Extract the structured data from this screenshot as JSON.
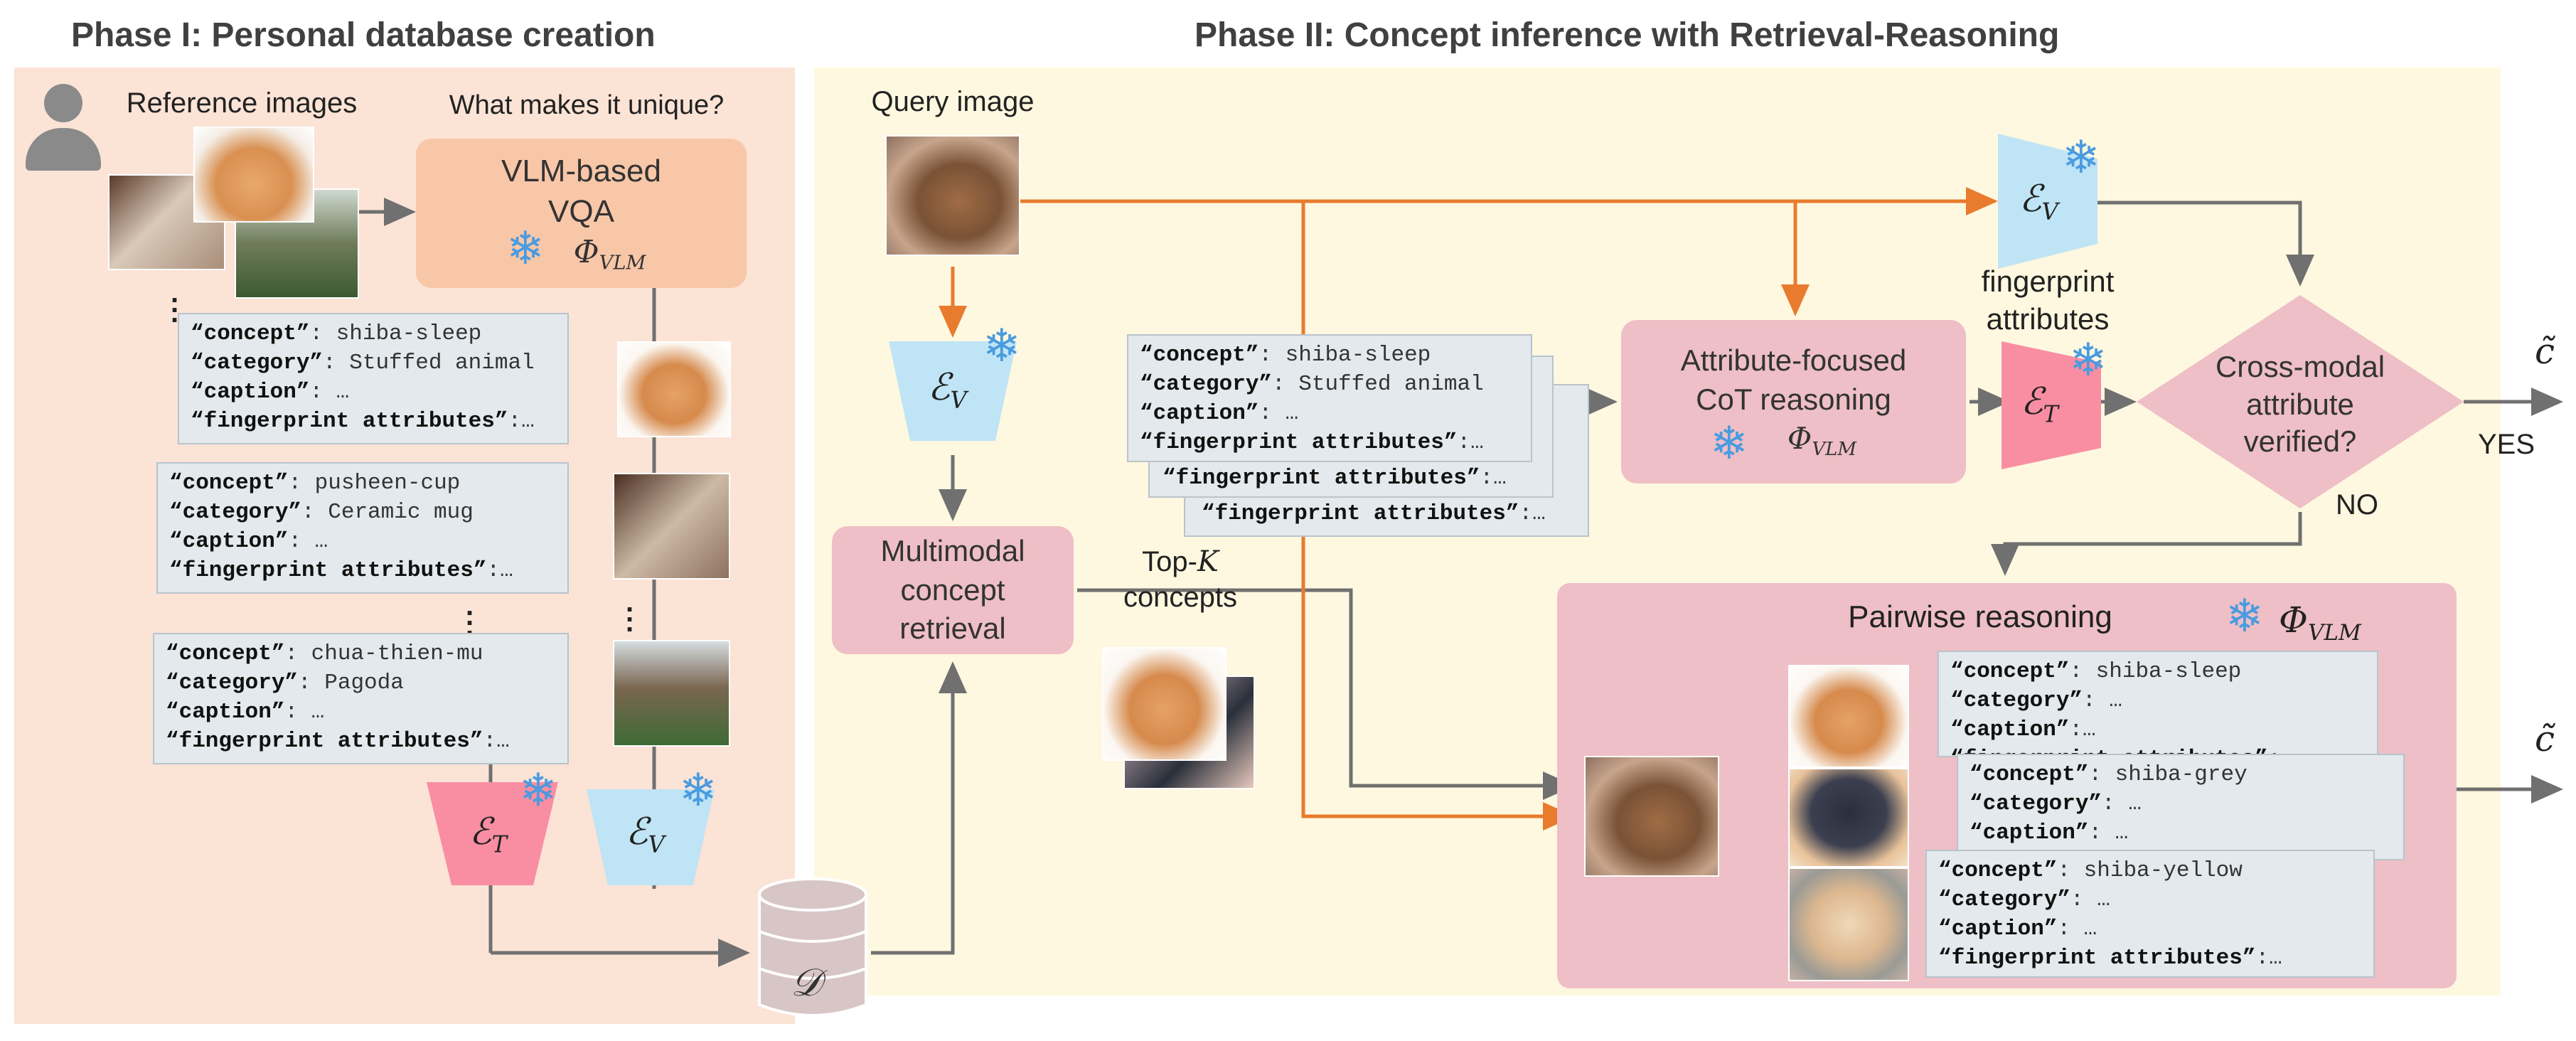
{
  "phase1": {
    "title": "Phase I: Personal database creation",
    "reference_images_label": "Reference images",
    "question_label": "What makes it unique?",
    "vqa_box": {
      "line1": "VLM-based",
      "line2": "VQA",
      "symbol": "Φ",
      "subscript": "VLM"
    },
    "cards": [
      {
        "concept_key": "“concept”",
        "concept": ": shiba-sleep",
        "category_key": "“category”",
        "category": ": Stuffed animal",
        "caption_key": "“caption”",
        "caption": ": …",
        "fp_key": "“fingerprint attributes”",
        "fp": ":…"
      },
      {
        "concept_key": "“concept”",
        "concept": ": pusheen-cup",
        "category_key": "“category”",
        "category": ": Ceramic mug",
        "caption_key": "“caption”",
        "caption": ": …",
        "fp_key": "“fingerprint attributes”",
        "fp": ":…"
      },
      {
        "concept_key": "“concept”",
        "concept": ": chua-thien-mu",
        "category_key": "“category”",
        "category": ": Pagoda",
        "caption_key": "“caption”",
        "caption": ": …",
        "fp_key": "“fingerprint attributes”",
        "fp": ":…"
      }
    ],
    "text_encoder": {
      "symbol": "ℰ",
      "subscript": "T"
    },
    "vision_encoder": {
      "symbol": "ℰ",
      "subscript": "V"
    },
    "database": "𝒟"
  },
  "phase2": {
    "title": "Phase II: Concept inference with Retrieval-Reasoning",
    "query_label": "Query image",
    "query_encoder": {
      "symbol": "ℰ",
      "subscript": "V"
    },
    "retrieval_box": {
      "line1": "Multimodal",
      "line2": "concept",
      "line3": "retrieval"
    },
    "topk_label": {
      "line1a": "Top-",
      "k": "K",
      "line2": "concepts"
    },
    "stack_card": {
      "concept_key": "“concept”",
      "concept": ": shiba-sleep",
      "category_key": "“category”",
      "category": ": Stuffed animal",
      "caption_key": "“caption”",
      "caption": ": …",
      "fp_key": "“fingerprint attributes”",
      "fp": ":…"
    },
    "cot_box": {
      "line1": "Attribute-focused",
      "line2": "CoT reasoning",
      "symbol": "Φ",
      "subscript": "VLM"
    },
    "top_encoder": {
      "symbol": "ℰ",
      "subscript": "V"
    },
    "fingerprint_label": {
      "line1": "fingerprint",
      "line2": "attributes"
    },
    "text_encoder": {
      "symbol": "ℰ",
      "subscript": "T"
    },
    "diamond": {
      "line1": "Cross-modal",
      "line2": "attribute",
      "line3": "verified?"
    },
    "yes": "YES",
    "no": "NO",
    "output_symbol": "c̃",
    "pairwise": {
      "title": "Pairwise reasoning",
      "symbol": "Φ",
      "subscript": "VLM",
      "cards": [
        {
          "concept_key": "“concept”",
          "concept": ": shiba-sleep",
          "category_key": "“category”",
          "category": ": …",
          "caption_key": "“caption”",
          "caption": ":…",
          "fp_key": "“fingerprint attributes”",
          "fp": ":…"
        },
        {
          "concept_key": "“concept”",
          "concept": ": shiba-grey",
          "category_key": "“category”",
          "category": ": …",
          "caption_key": "“caption”",
          "caption": ": …"
        },
        {
          "concept_key": "“concept”",
          "concept": ": shiba-yellow",
          "category_key": "“category”",
          "category": ": …",
          "caption_key": "“caption”",
          "caption": ": …",
          "fp_key": "“fingerprint attributes”",
          "fp": ":…"
        }
      ]
    }
  },
  "colors": {
    "phase1_bg": "#fbe3d6",
    "phase2_bg": "#fff8e0",
    "vqa_box": "#f8c7a8",
    "reasoning_box": "#eebfc6",
    "text_encoder": "#f98ea3",
    "vision_encoder": "#bfe4f5",
    "arrow_orange": "#e87b2e",
    "arrow_gray": "#707070",
    "card": "#e3e9ec",
    "snowflake": "#4a9be0"
  }
}
